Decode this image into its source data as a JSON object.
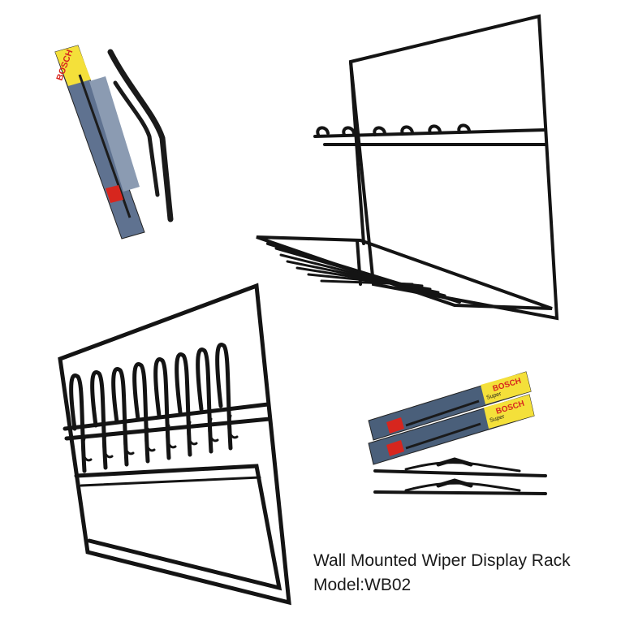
{
  "caption": {
    "title": "Wall Mounted Wiper Display Rack",
    "model": "Model:WB02"
  },
  "packaging": {
    "brand": "BOSCH",
    "sub_brand": "Super"
  },
  "colors": {
    "background": "#ffffff",
    "rack_metal": "#141414",
    "bosch_red": "#d7261e",
    "package_yellow": "#f4e03a",
    "package_blue": "#4a5f7a"
  }
}
